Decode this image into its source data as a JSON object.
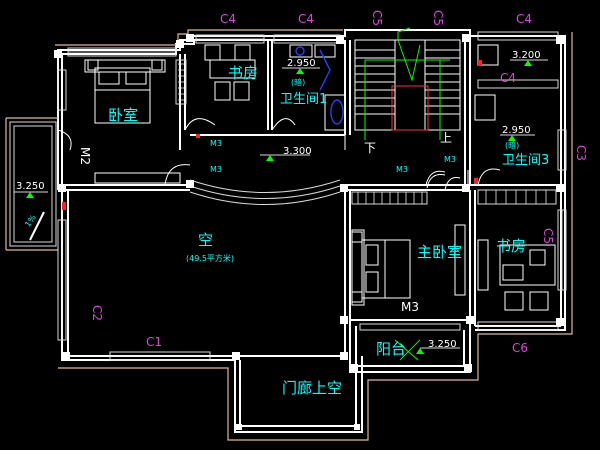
{
  "rooms": {
    "bedroom": "卧室",
    "study_top": "书房",
    "bath1": "卫生间1",
    "bath3": "卫生间3",
    "void": "空",
    "void_area": "(49.5平方米)",
    "master": "主卧室",
    "study_right": "书房",
    "balcony": "阳台",
    "porch": "门廊上空"
  },
  "windows": {
    "c4_a": "C4",
    "c4_b": "C4",
    "c5_a": "C5",
    "c5_b": "C5",
    "c4_c": "C4",
    "c4_d": "C4",
    "c3": "C3",
    "c5_right": "C5",
    "c6": "C6",
    "c2": "C2",
    "c1": "C1",
    "m2": "M2",
    "m3": "M3"
  },
  "doors": {
    "m3_a": "M3",
    "m3_b": "M3",
    "m3_c": "M3",
    "m3_d": "M3"
  },
  "elevations": {
    "bath1": "2.950",
    "hall": "3.300",
    "room_c4": "3.200",
    "bath3": "2.950",
    "left_balcony": "3.250",
    "balcony": "3.250"
  },
  "stair_marks": {
    "down": "下",
    "up": "上"
  },
  "small_notes": {
    "bath1_tag": "(暗)",
    "bath3_tag": "(暗)",
    "left_tag": "1%"
  }
}
